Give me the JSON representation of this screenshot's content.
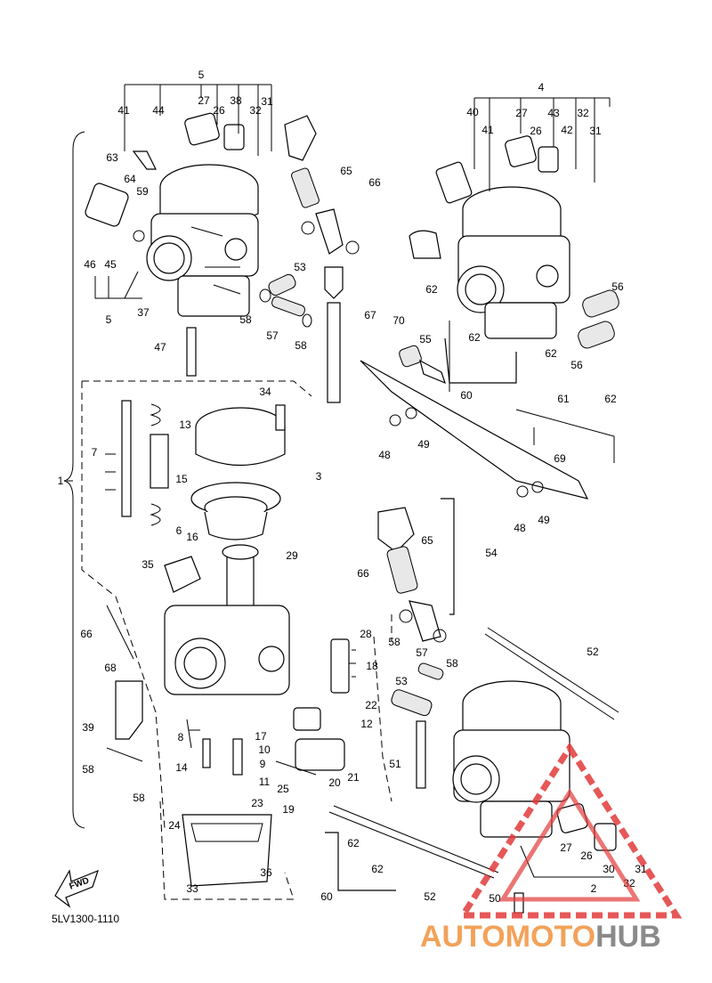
{
  "diagram": {
    "code": "5LV1300-1110",
    "fwd_label": "FWD",
    "watermark": {
      "part1": "AUTOMOTO",
      "part2": "HUB",
      "color1": "#f2a25a",
      "color2": "#8a8a8a",
      "logo_color": "#e23a3a"
    },
    "labels": {
      "n1": "1",
      "n2": "2",
      "n3": "3",
      "n4": "4",
      "n5a": "5",
      "n5b": "5",
      "n6": "6",
      "n7": "7",
      "n8": "8",
      "n9": "9",
      "n10": "10",
      "n11": "11",
      "n12": "12",
      "n13": "13",
      "n14": "14",
      "n15": "15",
      "n16": "16",
      "n17": "17",
      "n18": "18",
      "n19": "19",
      "n20": "20",
      "n21": "21",
      "n22": "22",
      "n23": "23",
      "n24": "24",
      "n25": "25",
      "n26a": "26",
      "n26b": "26",
      "n26c": "26",
      "n27a": "27",
      "n27b": "27",
      "n27c": "27",
      "n28": "28",
      "n29": "29",
      "n30": "30",
      "n31a": "31",
      "n31b": "31",
      "n31c": "31",
      "n32a": "32",
      "n32b": "32",
      "n32c": "32",
      "n33": "33",
      "n34": "34",
      "n35": "35",
      "n36": "36",
      "n37": "37",
      "n38": "38",
      "n39": "39",
      "n40": "40",
      "n41a": "41",
      "n41b": "41",
      "n42": "42",
      "n43": "43",
      "n44": "44",
      "n45": "45",
      "n46": "46",
      "n47": "47",
      "n48a": "48",
      "n48b": "48",
      "n49a": "49",
      "n49b": "49",
      "n50": "50",
      "n51": "51",
      "n52a": "52",
      "n52b": "52",
      "n53a": "53",
      "n53b": "53",
      "n54": "54",
      "n55": "55",
      "n56a": "56",
      "n56b": "56",
      "n57a": "57",
      "n57b": "57",
      "n58a": "58",
      "n58b": "58",
      "n58c": "58",
      "n58d": "58",
      "n58e": "58",
      "n58f": "58",
      "n59": "59",
      "n60a": "60",
      "n60b": "60",
      "n61": "61",
      "n62a": "62",
      "n62b": "62",
      "n62c": "62",
      "n62d": "62",
      "n62e": "62",
      "n62f": "62",
      "n63": "63",
      "n64": "64",
      "n65a": "65",
      "n65b": "65",
      "n66a": "66",
      "n66b": "66",
      "n66c": "66",
      "n67": "67",
      "n68": "68",
      "n69": "69",
      "n70": "70"
    }
  }
}
